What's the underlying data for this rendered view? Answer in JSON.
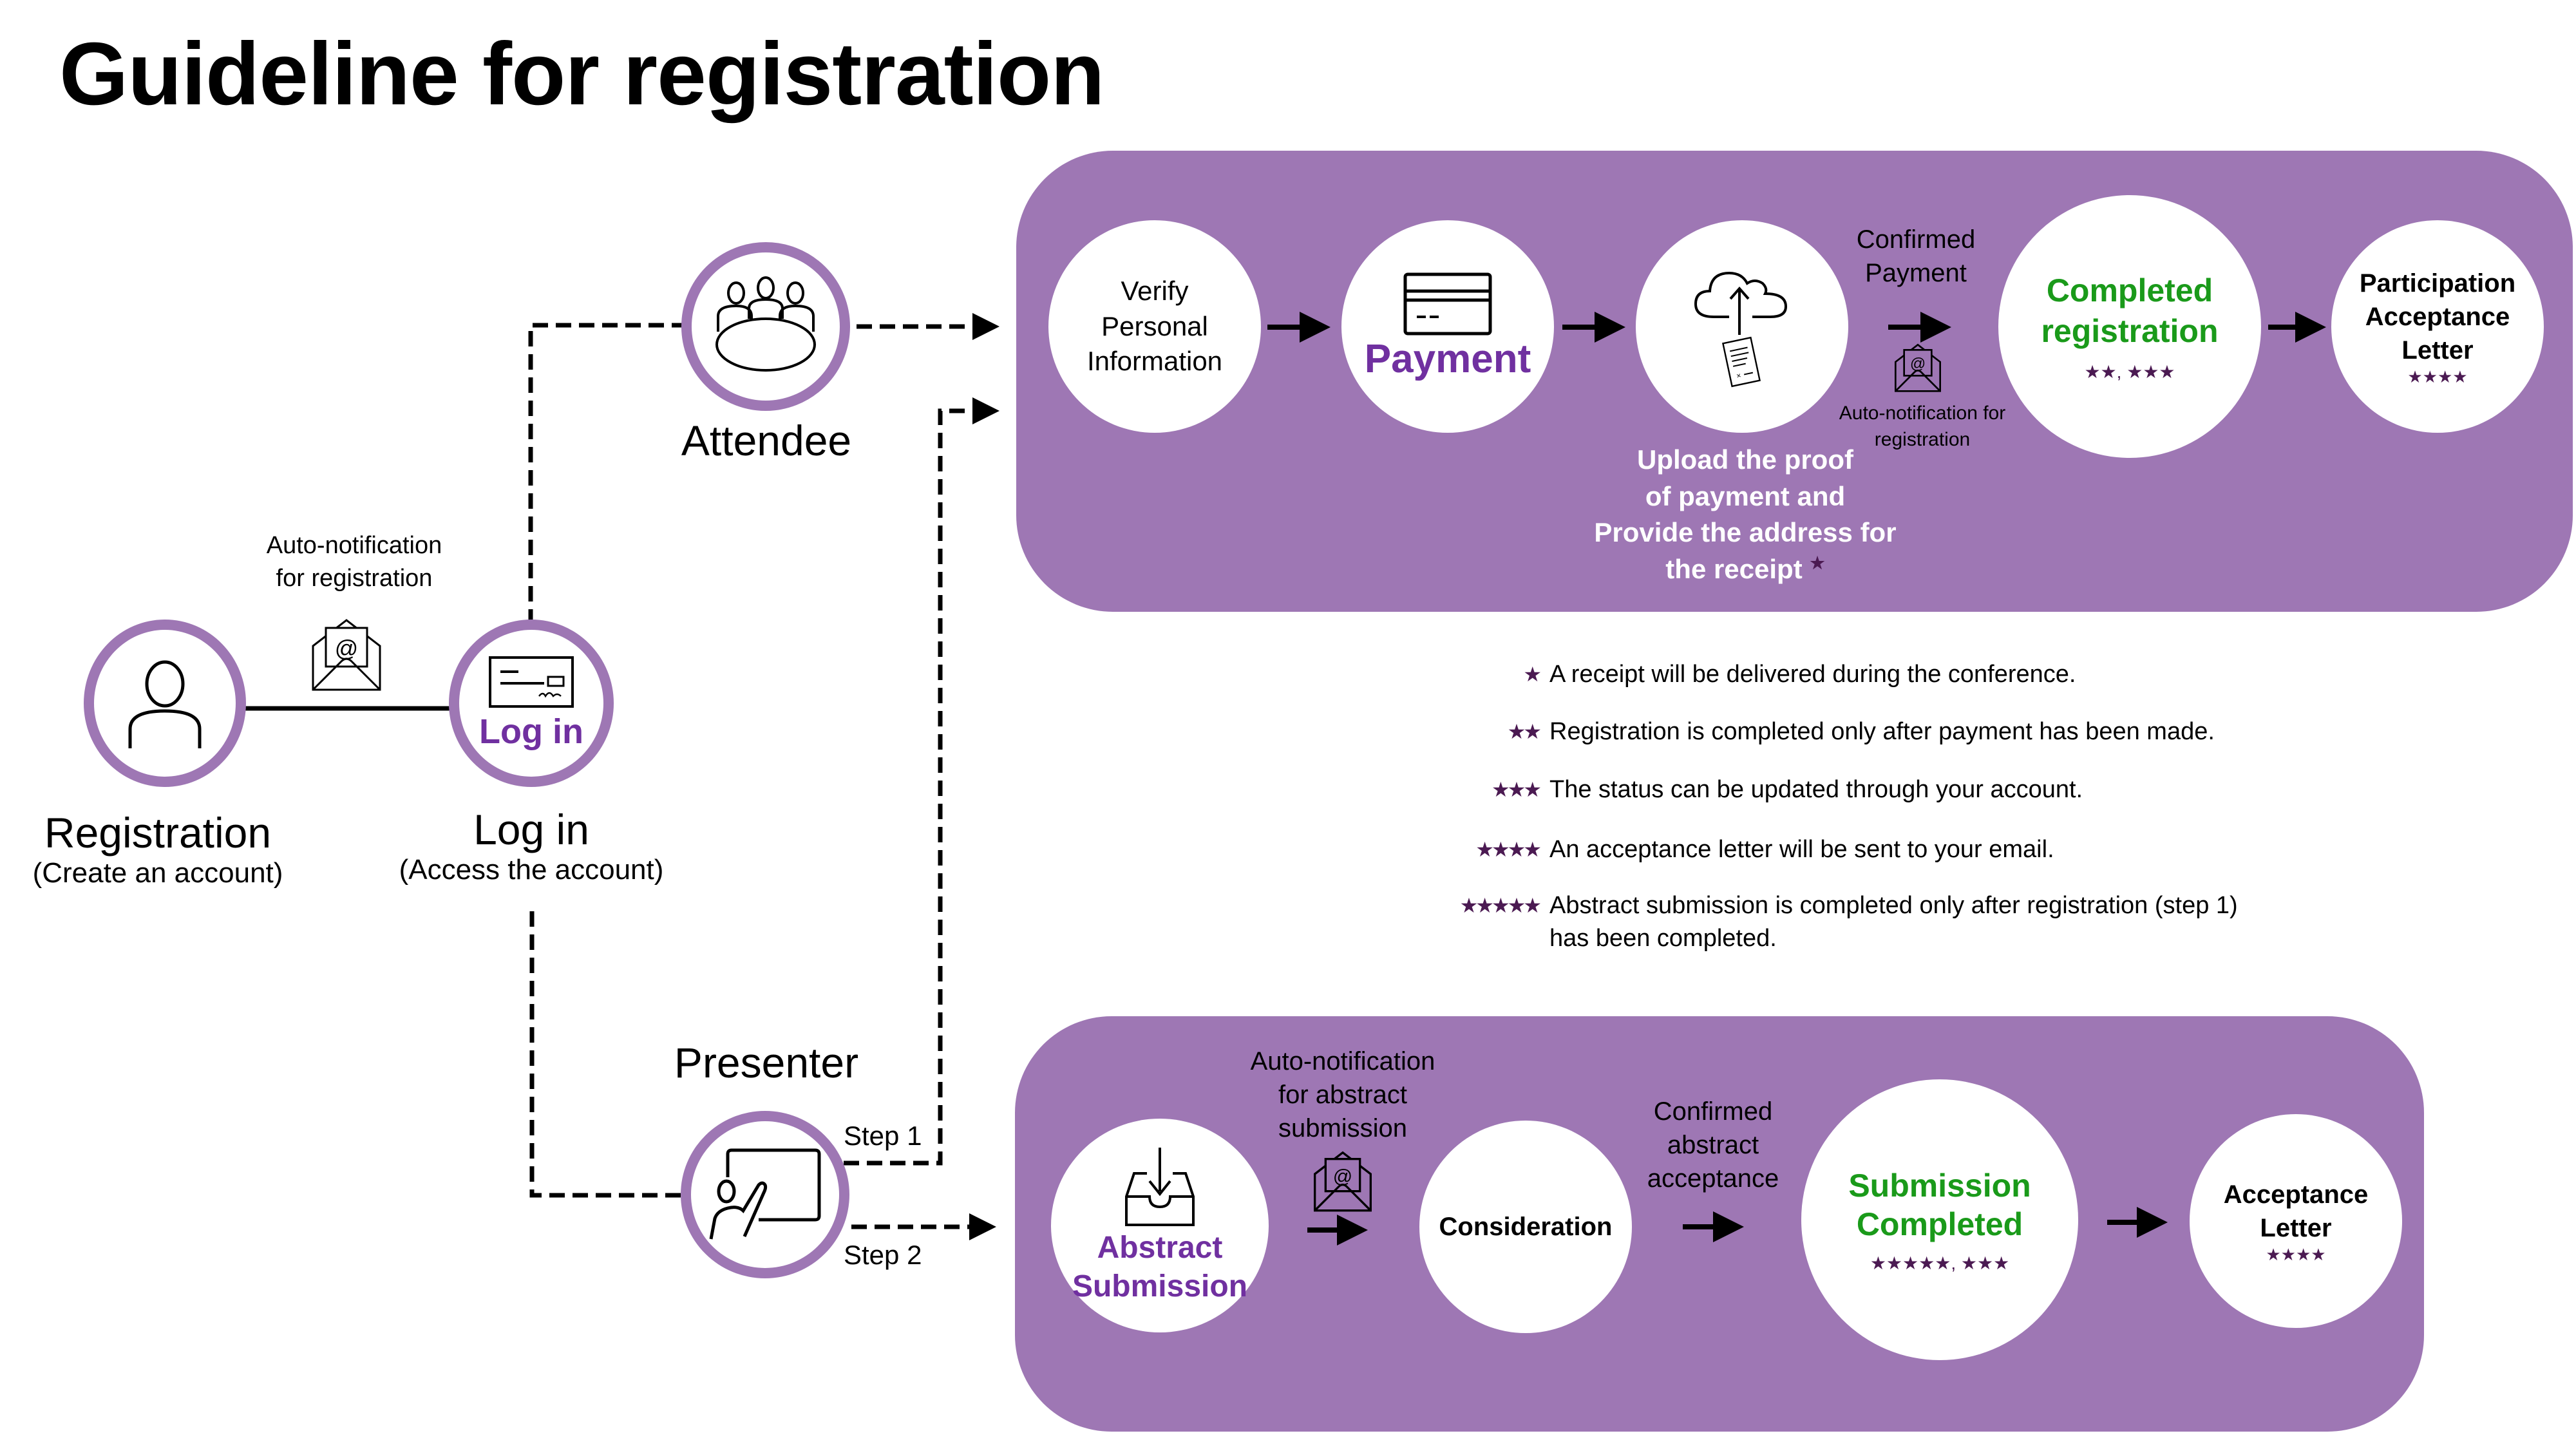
{
  "title": "Guideline for registration",
  "colors": {
    "panel": "#9e77b4",
    "accent_purple": "#7030a0",
    "success_green": "#1a9a1a",
    "star": "#4b1a52"
  },
  "left": {
    "registration": {
      "icon": "person-icon",
      "label": "Registration",
      "sublabel": "(Create an account)"
    },
    "login": {
      "icon": "id-card-icon",
      "inner_label": "Log in",
      "label": "Log in",
      "sublabel": "(Access the account)"
    },
    "auto_notification": {
      "icon": "email-at-icon",
      "text_line1": "Auto-notification",
      "text_line2": "for registration"
    },
    "attendee": {
      "icon": "meeting-table-icon",
      "label": "Attendee"
    },
    "presenter": {
      "icon": "presenter-board-icon",
      "label": "Presenter",
      "step1": "Step 1",
      "step2": "Step 2"
    }
  },
  "attendee_flow": {
    "verify": {
      "line1": "Verify",
      "line2": "Personal",
      "line3": "Information"
    },
    "payment": {
      "icon": "credit-card-icon",
      "label": "Payment"
    },
    "upload": {
      "icon": "cloud-upload-icon",
      "doc_icon": "document-icon",
      "caption_line1": "Upload the proof",
      "caption_line2": "of payment and",
      "caption_line3": "Provide the address for",
      "caption_line4": "the receipt",
      "caption_star": "★"
    },
    "confirmed": {
      "line1": "Confirmed",
      "line2": "Payment"
    },
    "notify": {
      "icon": "email-at-icon",
      "line1": "Auto-notification for",
      "line2": "registration"
    },
    "completed": {
      "line1": "Completed",
      "line2": "registration",
      "stars": "★★, ★★★"
    },
    "letter": {
      "line1": "Participation",
      "line2": "Acceptance",
      "line3": "Letter",
      "stars": "★★★★"
    }
  },
  "legend": [
    {
      "stars": "★",
      "text": "A receipt  will be delivered during the conference."
    },
    {
      "stars": "★★",
      "text": "Registration is completed only after payment has been made."
    },
    {
      "stars": "★★★",
      "text": "The status can be updated through your account."
    },
    {
      "stars": "★★★★",
      "text": "An acceptance letter will be sent to your email."
    },
    {
      "stars": "★★★★★",
      "text": "Abstract submission is completed only after registration (step 1)",
      "text2": "has been completed."
    }
  ],
  "presenter_flow": {
    "abstract": {
      "icon": "inbox-download-icon",
      "line1": "Abstract",
      "line2": "Submission"
    },
    "notify": {
      "icon": "email-at-icon",
      "line1": "Auto-notification",
      "line2": "for abstract",
      "line3": "submission"
    },
    "consideration": {
      "label": "Consideration"
    },
    "confirmed": {
      "line1": "Confirmed",
      "line2": "abstract",
      "line3": "acceptance"
    },
    "completed": {
      "line1": "Submission",
      "line2": "Completed",
      "stars": "★★★★★, ★★★"
    },
    "letter": {
      "line1": "Acceptance",
      "line2": "Letter",
      "stars": "★★★★"
    }
  }
}
